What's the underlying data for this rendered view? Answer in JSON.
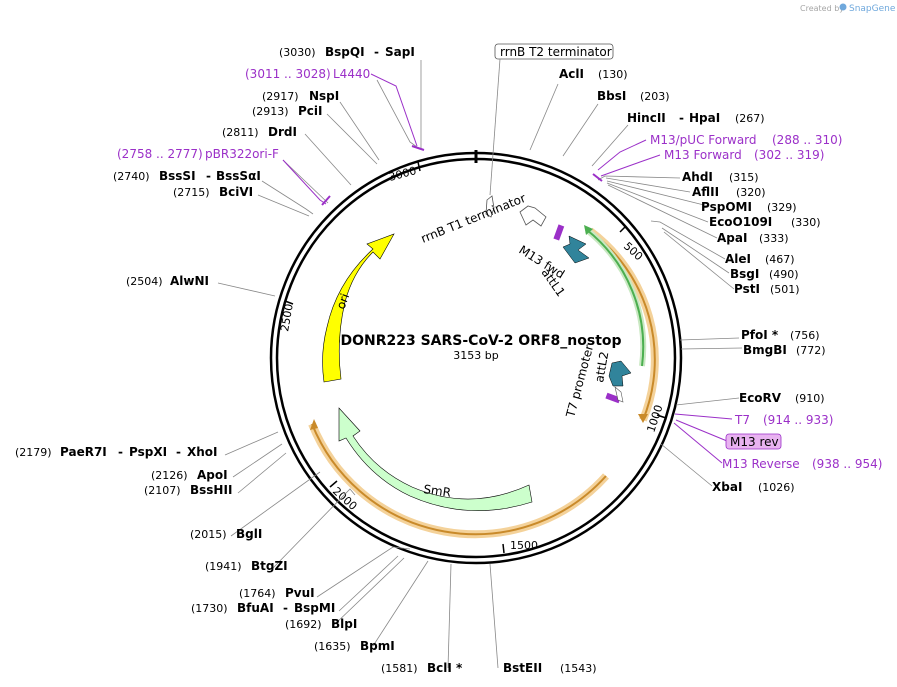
{
  "credit": {
    "prefix": "Created by",
    "brand": "SnapGene"
  },
  "plasmid": {
    "name": "pDONR223 SARS-CoV-2 ORF8_nostop",
    "length": "3153 bp"
  },
  "ticks": [
    "500",
    "1000",
    "1500",
    "2000",
    "2500",
    "3000"
  ],
  "sites": [
    {
      "id": "bspqi",
      "pos": "(3030)",
      "name": "BspQI",
      "name2": "SapI"
    },
    {
      "id": "l4440",
      "primer": true,
      "range": "(3011 .. 3028)",
      "name": "L4440"
    },
    {
      "id": "nspi",
      "pos": "(2917)",
      "name": "NspI"
    },
    {
      "id": "pcii",
      "pos": "(2913)",
      "name": "PciI"
    },
    {
      "id": "drdi",
      "pos": "(2811)",
      "name": "DrdI"
    },
    {
      "id": "pbr",
      "primer": true,
      "range": "(2758 .. 2777)",
      "name": "pBR322ori-F"
    },
    {
      "id": "bsssi",
      "pos": "(2740)",
      "name": "BssSI",
      "name2": "BssSαI"
    },
    {
      "id": "bcivi",
      "pos": "(2715)",
      "name": "BciVI"
    },
    {
      "id": "alwni",
      "pos": "(2504)",
      "name": "AlwNI"
    },
    {
      "id": "paer7i",
      "pos": "(2179)",
      "name": "PaeR7I",
      "name2": "PspXI",
      "name3": "XhoI"
    },
    {
      "id": "apoi",
      "pos": "(2126)",
      "name": "ApoI"
    },
    {
      "id": "bsshii",
      "pos": "(2107)",
      "name": "BssHII"
    },
    {
      "id": "bgli",
      "pos": "(2015)",
      "name": "BglI"
    },
    {
      "id": "btgzi",
      "pos": "(1941)",
      "name": "BtgZI"
    },
    {
      "id": "pvui",
      "pos": "(1764)",
      "name": "PvuI"
    },
    {
      "id": "bfuai",
      "pos": "(1730)",
      "name": "BfuAI",
      "name2": "BspMI"
    },
    {
      "id": "blpi",
      "pos": "(1692)",
      "name": "BlpI"
    },
    {
      "id": "bpmi",
      "pos": "(1635)",
      "name": "BpmI"
    },
    {
      "id": "bcli",
      "pos": "(1581)",
      "name": "BclI *"
    },
    {
      "id": "bsteii",
      "pos": "(1543)",
      "name": "BstEII"
    },
    {
      "id": "acli",
      "pos": "(130)",
      "name": "AclI"
    },
    {
      "id": "bbsi",
      "pos": "(203)",
      "name": "BbsI"
    },
    {
      "id": "hincii",
      "pos": "(267)",
      "name": "HincII",
      "name2": "HpaI"
    },
    {
      "id": "m13puc",
      "primer": true,
      "range": "(288 .. 310)",
      "name": "M13/pUC Forward"
    },
    {
      "id": "m13fwd",
      "primer": true,
      "range": "(302 .. 319)",
      "name": "M13 Forward"
    },
    {
      "id": "ahdi",
      "pos": "(315)",
      "name": "AhdI"
    },
    {
      "id": "aflii",
      "pos": "(320)",
      "name": "AflII"
    },
    {
      "id": "pspomi",
      "pos": "(329)",
      "name": "PspOMI"
    },
    {
      "id": "eco0109i",
      "pos": "(330)",
      "name": "EcoO109I"
    },
    {
      "id": "apai",
      "pos": "(333)",
      "name": "ApaI"
    },
    {
      "id": "alei",
      "pos": "(467)",
      "name": "AleI"
    },
    {
      "id": "bsgi",
      "pos": "(490)",
      "name": "BsgI"
    },
    {
      "id": "psti",
      "pos": "(501)",
      "name": "PstI"
    },
    {
      "id": "pfoi",
      "pos": "(756)",
      "name": "PfoI *"
    },
    {
      "id": "bmgbi",
      "pos": "(772)",
      "name": "BmgBI"
    },
    {
      "id": "ecorv",
      "pos": "(910)",
      "name": "EcoRV"
    },
    {
      "id": "t7",
      "primer": true,
      "range": "(914 .. 933)",
      "name": "T7"
    },
    {
      "id": "m13rev",
      "primer": true,
      "name": "M13 rev"
    },
    {
      "id": "m13reverse",
      "primer": true,
      "range": "(938 .. 954)",
      "name": "M13 Reverse"
    },
    {
      "id": "xbai",
      "pos": "(1026)",
      "name": "XbaI"
    }
  ],
  "features": {
    "rrnb_t2": "rrnB T2 terminator",
    "rrnb_t1": "rrnB T1 terminator",
    "m13_fwd": "M13 fwd",
    "attl1": "attL1",
    "attl2": "attL2",
    "t7_promoter": "T7 promoter",
    "ori": "ori",
    "smr": "SmR"
  },
  "colors": {
    "backbone": "#000000",
    "ori": "#ffff00",
    "smr": "#ccffcc",
    "attl": "#31849b",
    "primer": "#9b30c8",
    "orf_orange": "#c98a2a",
    "orf_green": "#4caf50",
    "box_fill": "#e8b3f0"
  }
}
